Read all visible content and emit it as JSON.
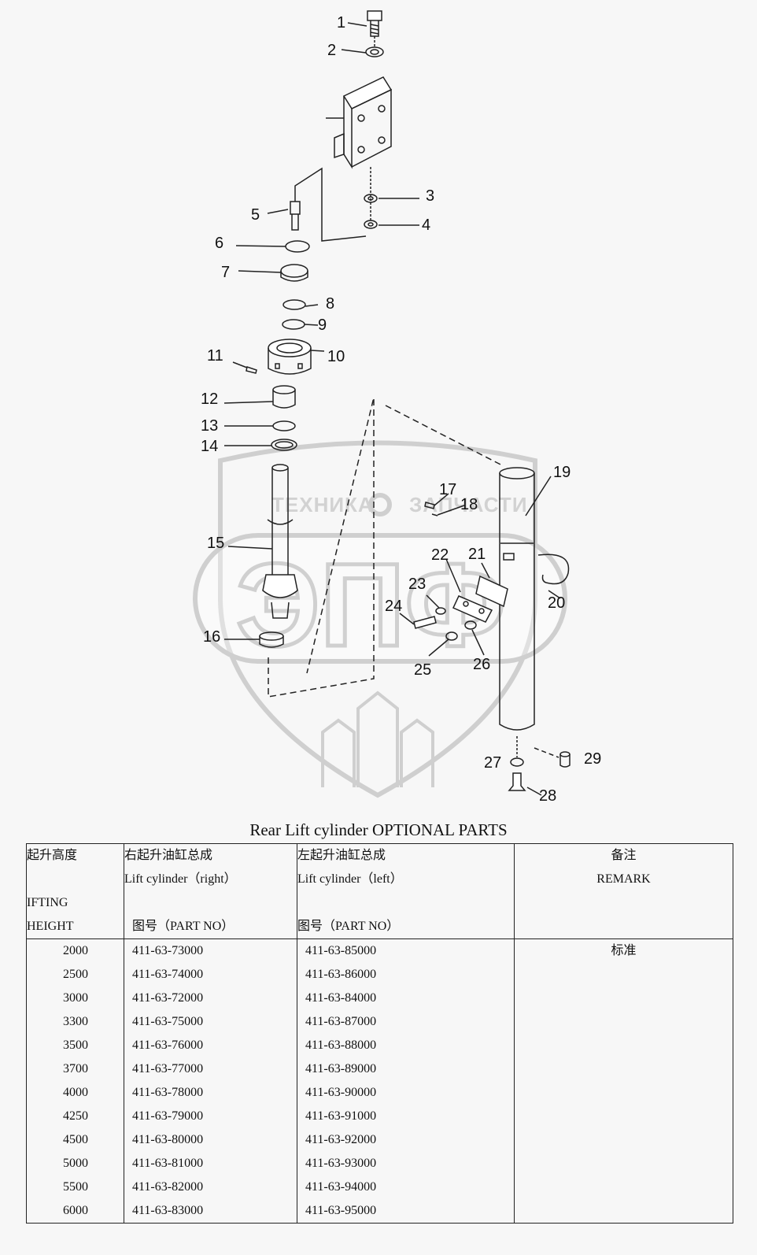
{
  "callouts": [
    "1",
    "2",
    "3",
    "4",
    "5",
    "6",
    "7",
    "8",
    "9",
    "10",
    "11",
    "12",
    "13",
    "14",
    "15",
    "16",
    "17",
    "18",
    "19",
    "20",
    "21",
    "22",
    "23",
    "24",
    "25",
    "26",
    "27",
    "28",
    "29"
  ],
  "watermark": {
    "left_text": "ТЕХНИКА",
    "right_text": "ЗАПЧАСТИ",
    "logo_text": "ЭПФ"
  },
  "title": "Rear Lift cylinder OPTIONAL PARTS",
  "table": {
    "header": {
      "col1_line1": "起升高度",
      "col1_line3": "IFTING",
      "col1_line4": "HEIGHT",
      "col2_line1": "右起升油缸总成",
      "col2_line2": "Lift cylinder（right）",
      "col2_line4": "图号（PART NO）",
      "col3_line1": "左起升油缸总成",
      "col3_line2": "Lift cylinder（left）",
      "col3_line4": "图号（PART NO）",
      "col4_line1": "备注",
      "col4_line2": "REMARK"
    },
    "heights": [
      "2000",
      "2500",
      "3000",
      "3300",
      "3500",
      "3700",
      "4000",
      "4250",
      "4500",
      "5000",
      "5500",
      "6000"
    ],
    "right_part_nos": [
      "411-63-73000",
      "411-63-74000",
      "411-63-72000",
      "411-63-75000",
      "411-63-76000",
      "411-63-77000",
      "411-63-78000",
      "411-63-79000",
      "411-63-80000",
      "411-63-81000",
      "411-63-82000",
      "411-63-83000"
    ],
    "left_part_nos": [
      "411-63-85000",
      "411-63-86000",
      "411-63-84000",
      "411-63-87000",
      "411-63-88000",
      "411-63-89000",
      "411-63-90000",
      "411-63-91000",
      "411-63-92000",
      "411-63-93000",
      "411-63-94000",
      "411-63-95000"
    ],
    "remark": "标准"
  }
}
